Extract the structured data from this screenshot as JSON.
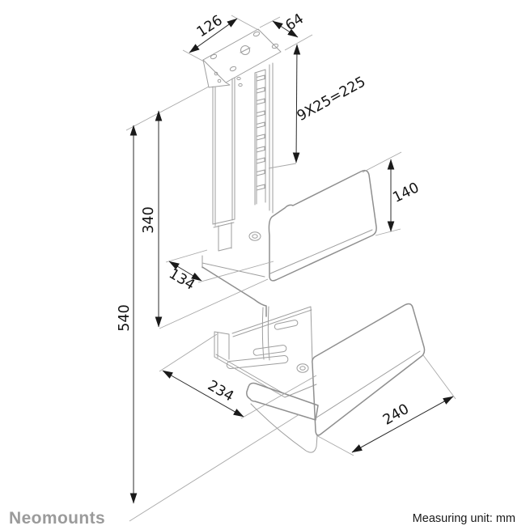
{
  "drawing": {
    "type": "isometric-dimension-drawing",
    "product": "ceiling-mount-cpu-holder",
    "dimensions": {
      "plate_width": "126",
      "plate_depth": "64",
      "adjustment_slots": "9X25=225",
      "upper_bracket_height": "140",
      "column_height": "340",
      "upper_bracket_depth": "134",
      "total_height": "540",
      "lower_bracket_width": "234",
      "lower_bracket_depth": "240"
    }
  },
  "footer": {
    "brand": "Neomounts",
    "measuring_unit": "Measuring unit: mm"
  },
  "colors": {
    "background": "#ffffff",
    "part_lines": "#9e9e9e",
    "dimension_lines": "#2b2b2b",
    "dimension_text": "#141414",
    "brand_gray": "#9b9b9b"
  }
}
